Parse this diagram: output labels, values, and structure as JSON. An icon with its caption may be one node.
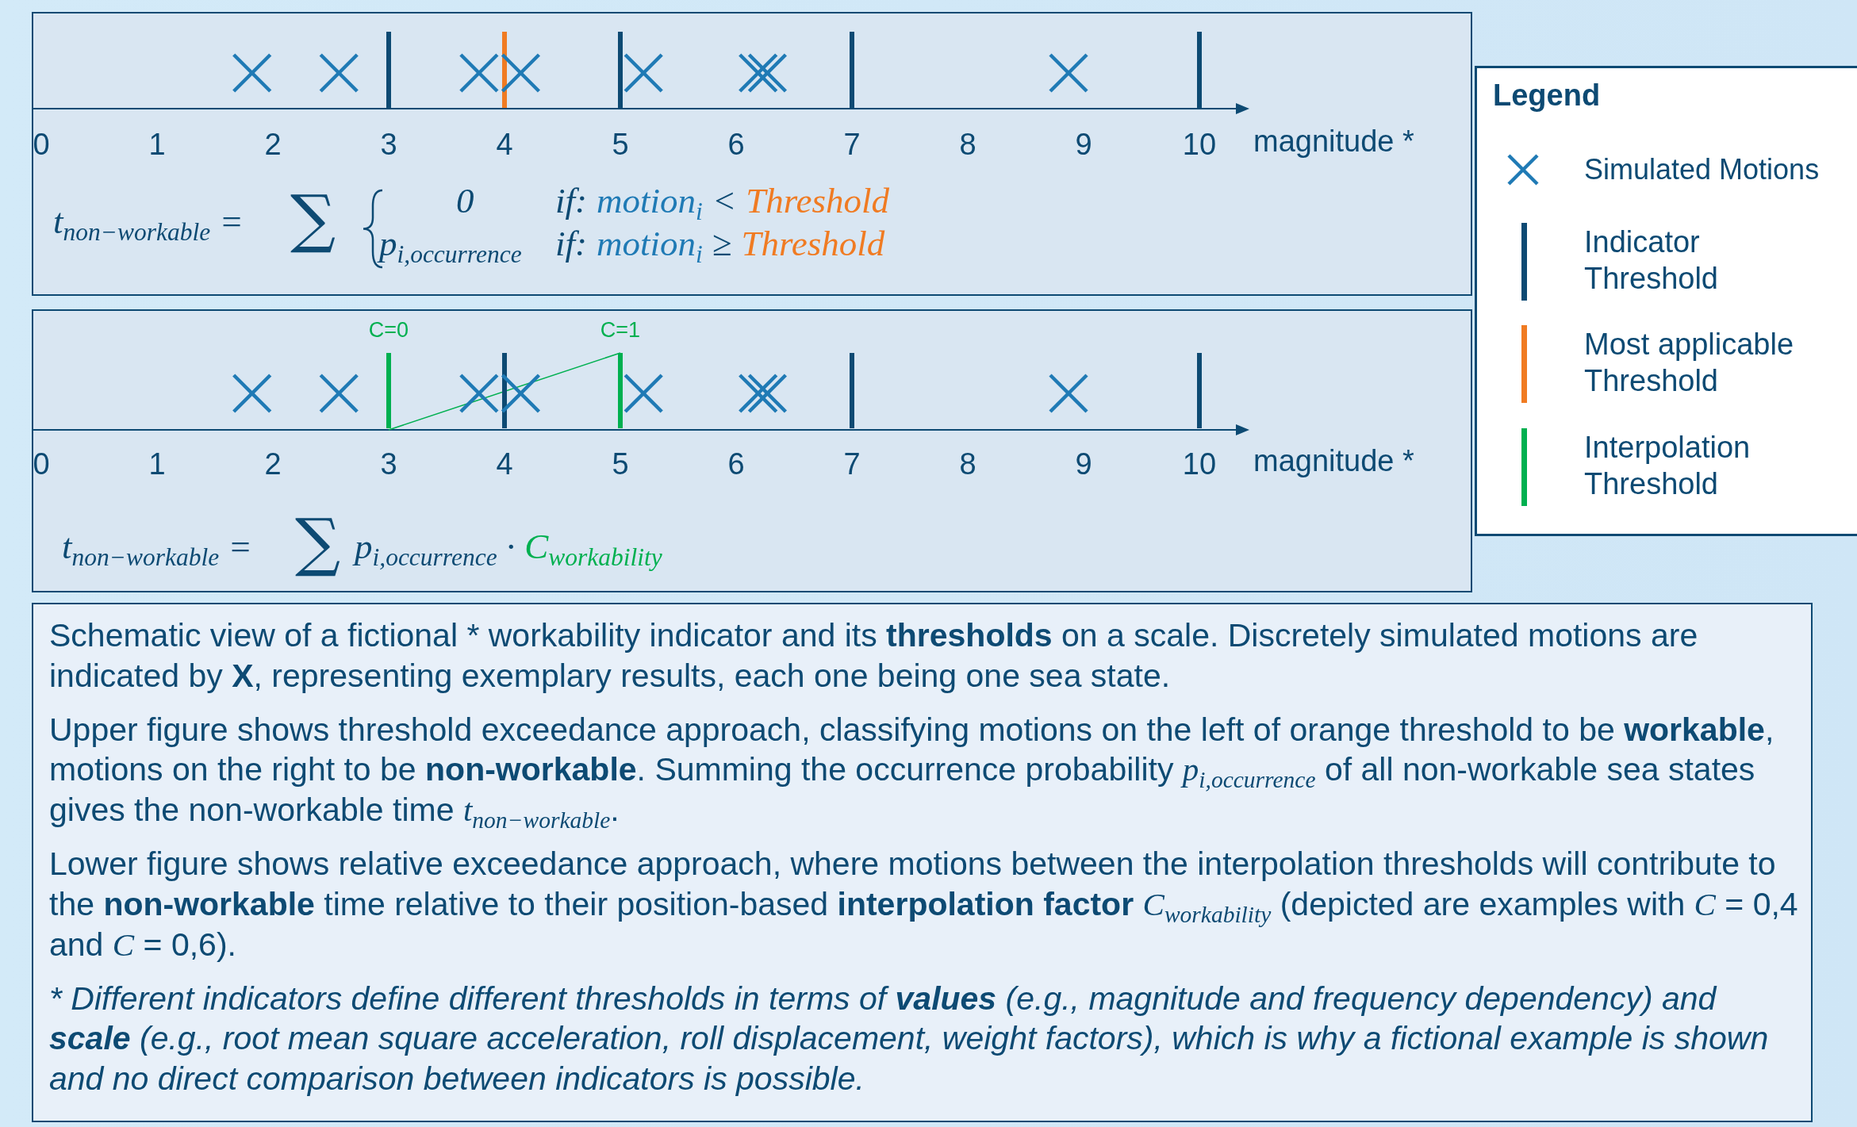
{
  "diagram": {
    "nodes": [
      {
        "text": [],
        "shape": "box"
      },
      {
        "text": [],
        "shape": "box"
      },
      {
        "text": [
          "Schematic view of a fictional * workability indicator and its **thresholds** on a scale. Discretely simulated motions are indicated by **X**, representing exemplary results, each one being one sea state.",
          "Upper figure shows threshold exceedance approach, classifying motions on the left of orange threshold to be **workable**, motions on the right to be **non-workable**. Summing the occurrence probability *p*$_{i,occurrence}$ of all non-workable sea states gives the non-workable time *t*$_{non−workable}$.",
          "Lower figure shows relative exceedance approach, where motions between the interpolation thresholds will contribute to the **non-workable** time relative to their position-based **interpolation factor** *C*$_{workability}$ (depicted are examples with *C* = 0,4 and *C* = 0,6).",
          "* Different indicators define different thresholds in terms of **values** (e.g., magnitude and frequency dependency) and **scale** (e.g., root mean square acceleration, roll displacement, weight factors), which is why a fictional example is shown and no direct comparison between indicators is possible."
        ]
      }
    ],
    "labels": [
      "0",
      "1",
      "2",
      "3",
      "4",
      "5",
      "6",
      "7",
      "8",
      "9",
      "10",
      "magnitude *",
      "t$_{non−workable}$ =",
      "∑",
      "0",
      "if:",
      "motion$_{i}$",
      "<",
      "Threshold",
      "p$_{i,occurrence}$",
      "if:",
      "motion$_{i}$",
      "≥",
      "Threshold",
      "C=0",
      "C=1",
      "0",
      "1",
      "2",
      "3",
      "4",
      "5",
      "6",
      "7",
      "8",
      "9",
      "10",
      "magnitude *",
      "t$_{non−workable}$ =",
      "∑",
      "p$_{i,occurrence}$ ·",
      "C$_{workability}$",
      "Legend"
    ],
    "legend": [
      {
        "text": "Simulated Motions"
      },
      {
        "text": "Indicator Threshold"
      },
      {
        "text": "Most applicable Threshold"
      },
      {
        "text": "Interpolation Threshold"
      }
    ]
  }
}
